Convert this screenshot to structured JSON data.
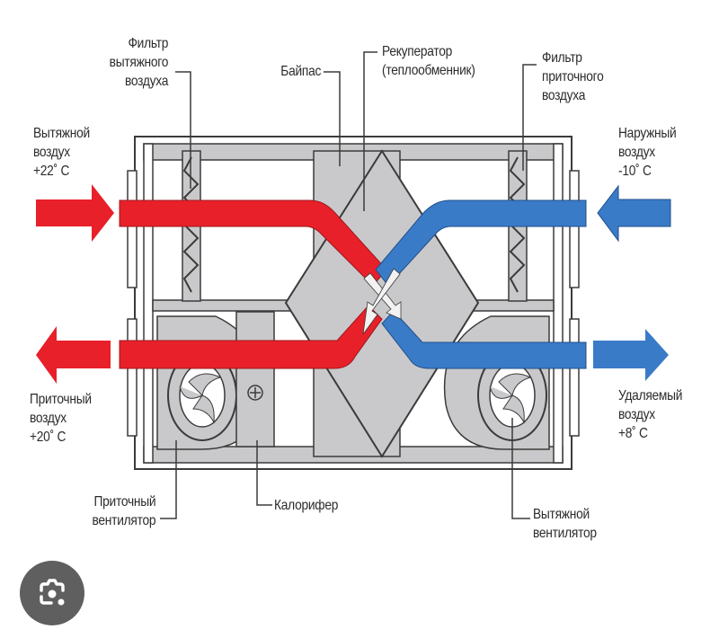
{
  "title": "Схема рекуператора (приточно-вытяжная установка)",
  "colors": {
    "warm": "#e8202a",
    "cold": "#3a7bc8",
    "casing": "#c9c9cb",
    "outline": "#3b3b3b",
    "text": "#2b2b2b",
    "lens_button": "#5f5f5f"
  },
  "labels": {
    "exhaust_filter": [
      "Фильтр",
      "вытяжного",
      "воздуха"
    ],
    "bypass": [
      "Байпас"
    ],
    "recuperator": [
      "Рекуператор",
      "(теплообменник)"
    ],
    "supply_filter": [
      "Фильтр",
      "приточного",
      "воздуха"
    ],
    "supply_fan": [
      "Приточный",
      "вентилятор"
    ],
    "heater": [
      "Калорифер"
    ],
    "exhaust_fan": [
      "Вытяжной",
      "вентилятор"
    ]
  },
  "flows": {
    "exhaust_in": {
      "lines": [
        "Вытяжной",
        "воздух",
        "+22˚ C"
      ],
      "temperature": "+22˚ C",
      "direction": "in",
      "stream": "warm"
    },
    "outdoor_in": {
      "lines": [
        "Наружный",
        "воздух",
        "-10˚ C"
      ],
      "temperature": "-10˚ C",
      "direction": "in",
      "stream": "cold"
    },
    "supply_out": {
      "lines": [
        "Приточный",
        "воздух",
        "+20˚ C"
      ],
      "temperature": "+20˚ C",
      "direction": "out",
      "stream": "warm"
    },
    "discharge_out": {
      "lines": [
        "Удаляемый",
        "воздух",
        "+8˚ C"
      ],
      "temperature": "+8˚ C",
      "direction": "out",
      "stream": "cold"
    }
  },
  "overlay": {
    "lens_icon": "google-lens-icon"
  }
}
